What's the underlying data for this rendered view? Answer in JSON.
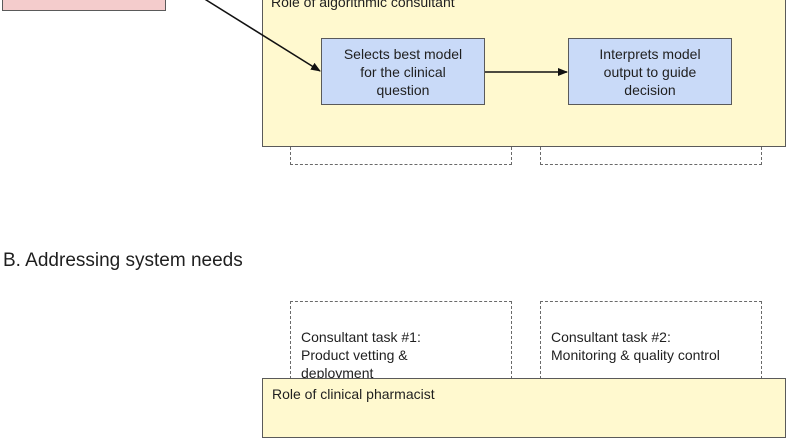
{
  "top_panel": {
    "title": "Role of algorithmic consultant",
    "boxes": [
      {
        "text": "Selects best model\nfor the clinical\nquestion"
      },
      {
        "text": "Interprets model\noutput to guide\ndecision"
      }
    ]
  },
  "section_b": {
    "title": "B. Addressing system needs",
    "tasks": [
      {
        "text": "Consultant task #1:\nProduct vetting &\ndeployment"
      },
      {
        "text": "Consultant task #2:\nMonitoring & quality control"
      }
    ],
    "panel_title": "Role of clinical pharmacist"
  },
  "colors": {
    "pink_fill": "#f4cccc",
    "yellow_fill": "#fff9cf",
    "blue_fill": "#c9daf8",
    "stroke": "#5a5a5a"
  }
}
